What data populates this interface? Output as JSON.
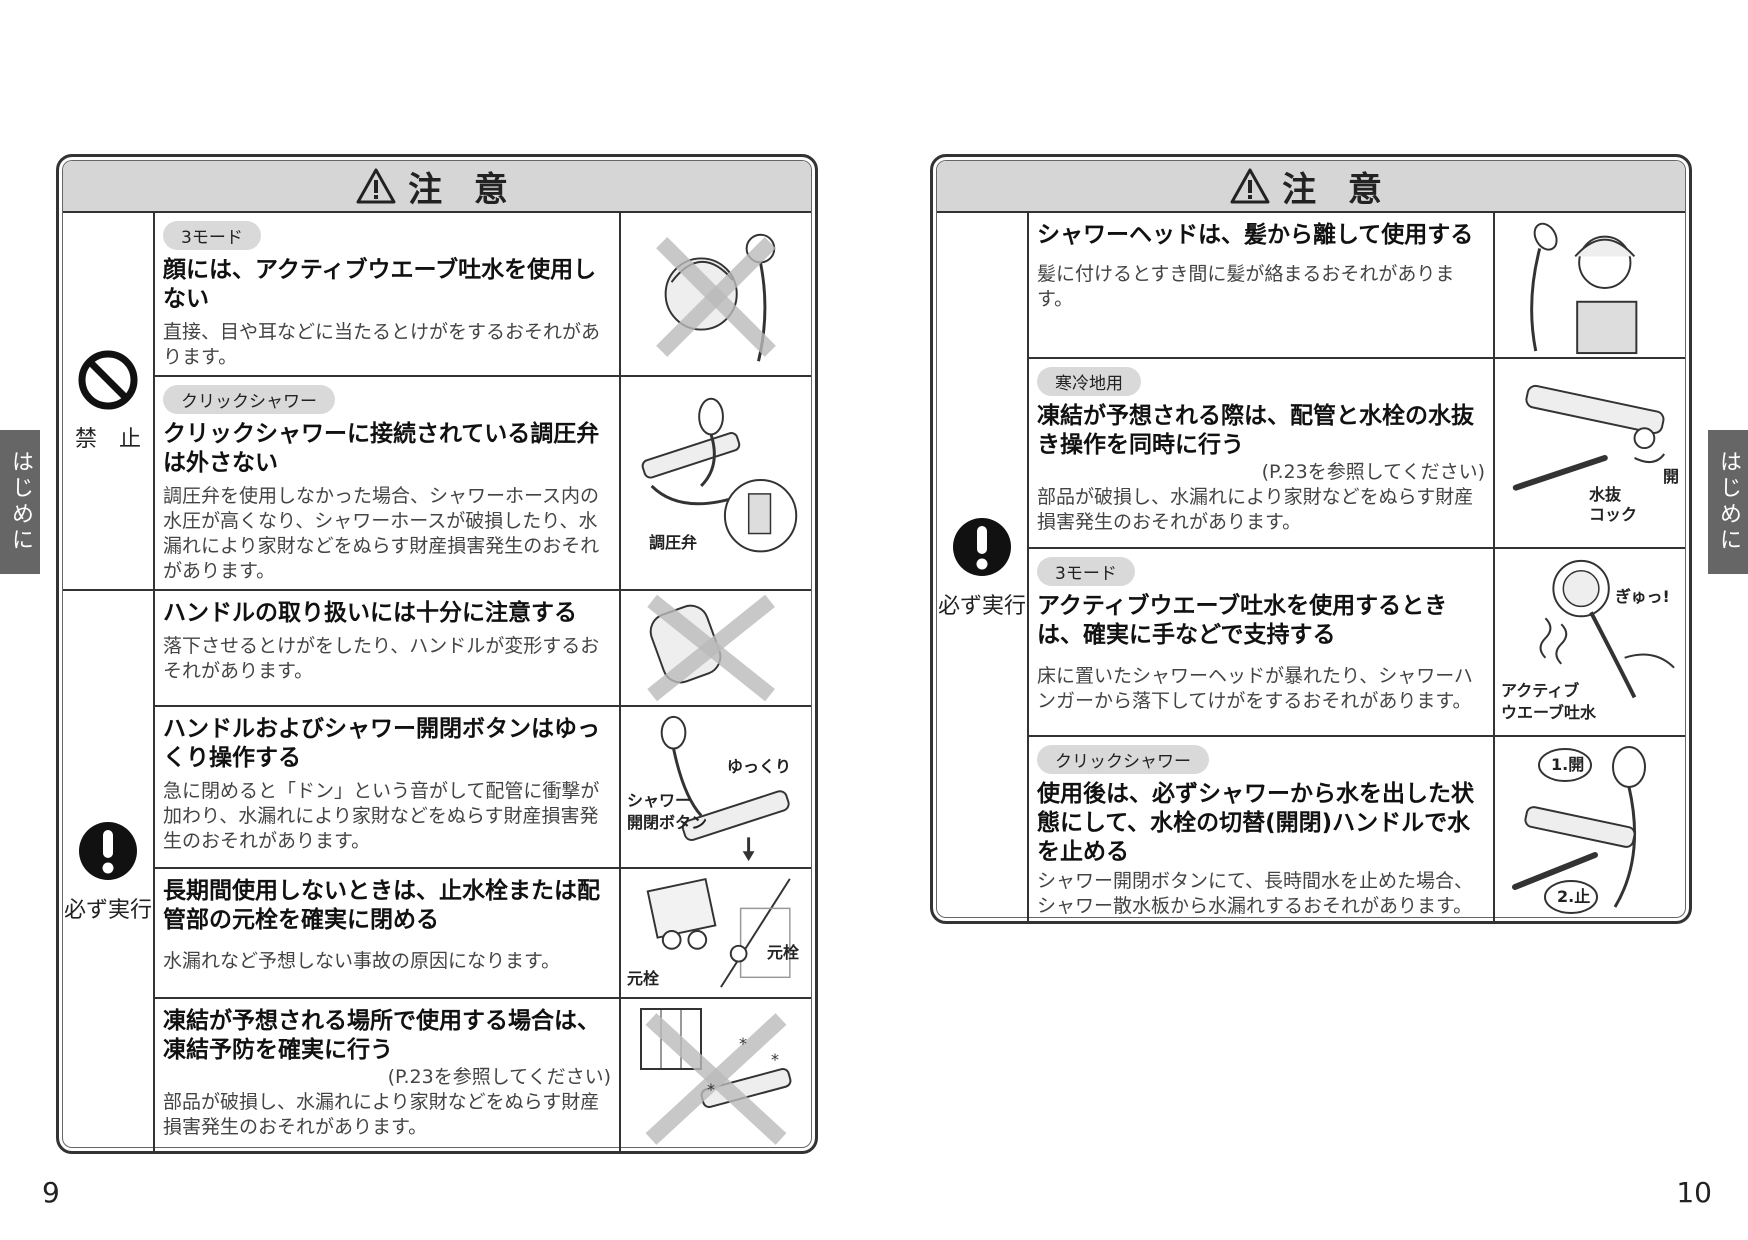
{
  "side_tab": "はじめに",
  "pages": {
    "left": "9",
    "right": "10"
  },
  "left": {
    "header": "注 意",
    "categories": {
      "prohibit": "禁止",
      "must": "必ず実行"
    },
    "rows": [
      {
        "tag": "3モード",
        "title": "顔には、アクティブウエーブ吐水を使用しない",
        "body": "直接、目や耳などに当たるとけがをするおそれがあります。"
      },
      {
        "tag": "クリックシャワー",
        "title": "クリックシャワーに接続されている調圧弁は外さない",
        "body": "調圧弁を使用しなかった場合、シャワーホース内の水圧が高くなり、シャワーホースが破損したり、水漏れにより家財などをぬらす財産損害発生のおそれがあります。",
        "labels": [
          "調圧弁"
        ]
      },
      {
        "title": "ハンドルの取り扱いには十分に注意する",
        "body": "落下させるとけがをしたり、ハンドルが変形するおそれがあります。"
      },
      {
        "title": "ハンドルおよびシャワー開閉ボタンはゆっくり操作する",
        "body": "急に閉めると「ドン」という音がして配管に衝撃が加わり、水漏れにより家財などをぬらす財産損害発生のおそれがあります。",
        "labels": [
          "ゆっくり",
          "シャワー",
          "開閉ボタン"
        ]
      },
      {
        "title": "長期間使用しないときは、止水栓または配管部の元栓を確実に閉める",
        "body": "水漏れなど予想しない事故の原因になります。",
        "labels": [
          "元栓",
          "元栓"
        ]
      },
      {
        "title": "凍結が予想される場所で使用する場合は、凍結予防を確実に行う",
        "ref": "(P.23を参照してください)",
        "body": "部品が破損し、水漏れにより家財などをぬらす財産損害発生のおそれがあります。"
      }
    ]
  },
  "right": {
    "header": "注 意",
    "categories": {
      "must": "必ず実行"
    },
    "rows": [
      {
        "title": "シャワーヘッドは、髪から離して使用する",
        "body": "髪に付けるとすき間に髪が絡まるおそれがあります。"
      },
      {
        "tag": "寒冷地用",
        "title": "凍結が予想される際は、配管と水栓の水抜き操作を同時に行う",
        "ref": "(P.23を参照してください)",
        "body": "部品が破損し、水漏れにより家財などをぬらす財産損害発生のおそれがあります。",
        "labels": [
          "開",
          "水抜",
          "コック"
        ]
      },
      {
        "tag": "3モード",
        "title": "アクティブウエーブ吐水を使用するときは、確実に手などで支持する",
        "body": "床に置いたシャワーヘッドが暴れたり、シャワーハンガーから落下してけがをするおそれがあります。",
        "labels": [
          "ぎゅっ!",
          "アクティブ",
          "ウエーブ吐水"
        ]
      },
      {
        "tag": "クリックシャワー",
        "title": "使用後は、必ずシャワーから水を出した状態にして、水栓の切替(開閉)ハンドルで水を止める",
        "body": "シャワー開閉ボタンにて、長時間水を止めた場合、シャワー散水板から水漏れするおそれがあります。",
        "labels": [
          "1.開",
          "2.止"
        ]
      }
    ]
  }
}
